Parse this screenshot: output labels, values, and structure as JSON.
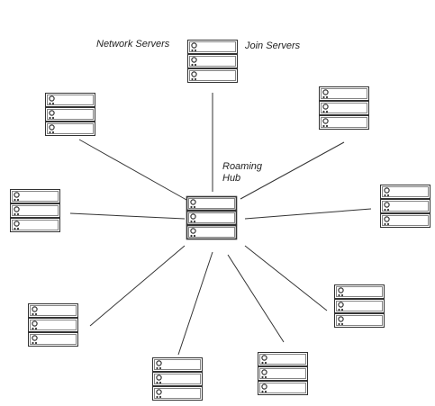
{
  "labels": {
    "network_servers": "Network Servers",
    "join_servers": "Join Servers",
    "roaming_hub_line1": "Roaming",
    "roaming_hub_line2": "Hub"
  },
  "colors": {
    "stroke": "#333333",
    "background": "#ffffff"
  },
  "nodes": [
    {
      "id": "top-server-stack",
      "units": 3
    },
    {
      "id": "hub-server-stack",
      "units": 3
    },
    {
      "id": "upper-left-server-stack",
      "units": 3
    },
    {
      "id": "upper-right-server-stack",
      "units": 3
    },
    {
      "id": "left-server-stack",
      "units": 3
    },
    {
      "id": "right-server-stack",
      "units": 3
    },
    {
      "id": "lower-left-server-stack",
      "units": 3
    },
    {
      "id": "lower-right-server-stack",
      "units": 3
    },
    {
      "id": "bottom-left-server-stack",
      "units": 3
    },
    {
      "id": "bottom-right-server-stack",
      "units": 3
    }
  ]
}
